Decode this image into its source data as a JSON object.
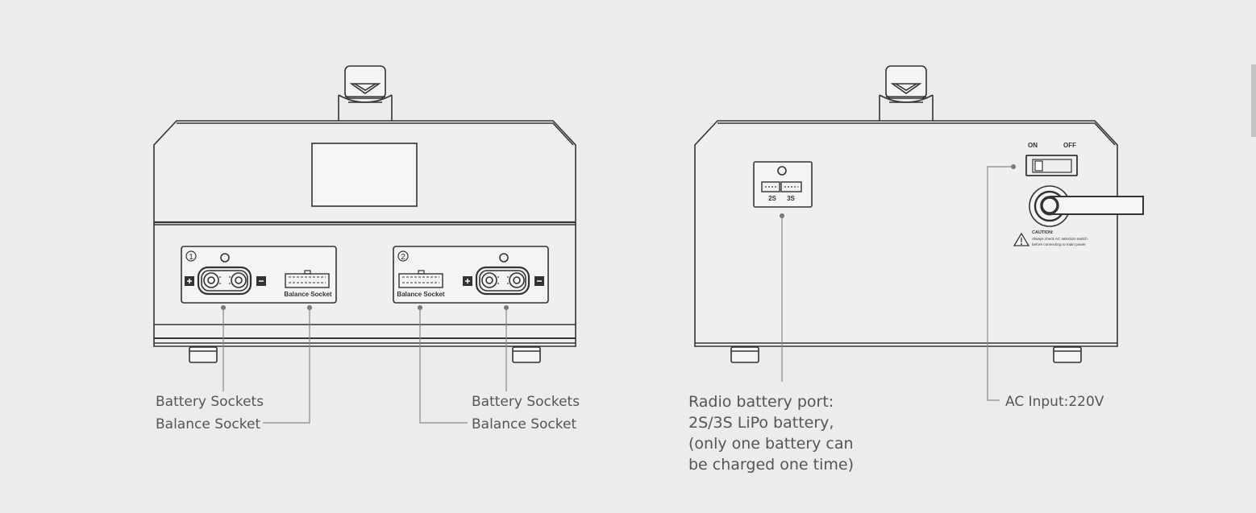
{
  "front": {
    "port1_number": "1",
    "port2_number": "2",
    "port1_balance_label": "Balance Socket",
    "port2_balance_label": "Balance Socket",
    "callout_battery_left": "Battery Sockets",
    "callout_balance_left": "Balance Socket",
    "callout_battery_right": "Battery Sockets",
    "callout_balance_right": "Balance Socket"
  },
  "back": {
    "radio_port_2s": "2S",
    "radio_port_3s": "3S",
    "switch_on_label": "ON",
    "switch_off_label": "OFF",
    "caution_title": "CAUTION:",
    "caution_line1": "Always check AC selection switch",
    "caution_line2": "before connecting to main power",
    "radio_callout_lines": [
      "Radio battery port:",
      "2S/3S LiPo battery,",
      "(only one battery can",
      "be charged one time)"
    ],
    "ac_input_label": "AC Input:220V"
  },
  "colors": {
    "background": "#ececec",
    "line": "#333333",
    "leader": "#777777",
    "text": "#555555"
  }
}
